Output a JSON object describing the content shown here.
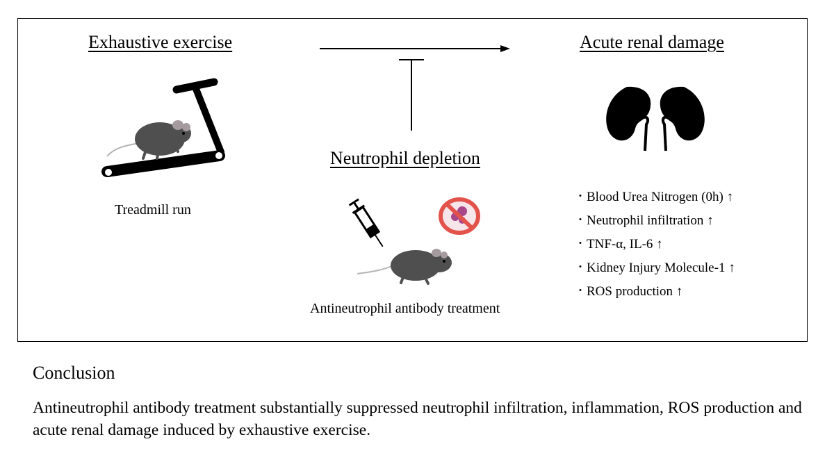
{
  "left_panel": {
    "heading": "Exhaustive exercise",
    "caption": "Treadmill run",
    "illustration": "mouse-on-treadmill-icon"
  },
  "center_panel": {
    "heading": "Neutrophil depletion",
    "caption": "Antineutrophil antibody treatment",
    "illustrations": [
      "syringe-icon",
      "no-neutrophil-icon",
      "mouse-icon"
    ]
  },
  "right_panel": {
    "heading": "Acute renal damage",
    "illustration": "kidneys-icon",
    "bullet_symbol": "・",
    "findings": [
      "Blood Urea Nitrogen (0h) ↑",
      "Neutrophil infiltration ↑",
      "TNF-α, IL-6 ↑",
      "Kidney Injury Molecule-1 ↑",
      "ROS production ↑"
    ]
  },
  "connectors": [
    "activation-arrow",
    "inhibition-bar"
  ],
  "conclusion": {
    "title": "Conclusion",
    "text": "Antineutrophil antibody treatment substantially suppressed neutrophil infiltration, inflammation, ROS production and acute renal damage induced by exhaustive exercise."
  },
  "colors": {
    "mouse_body": "#4f4f4f",
    "mouse_ear": "#a59b9e",
    "no_sign_red": "#e3534b",
    "neutrophil_purple": "#a8488a",
    "ink": "#000000"
  }
}
